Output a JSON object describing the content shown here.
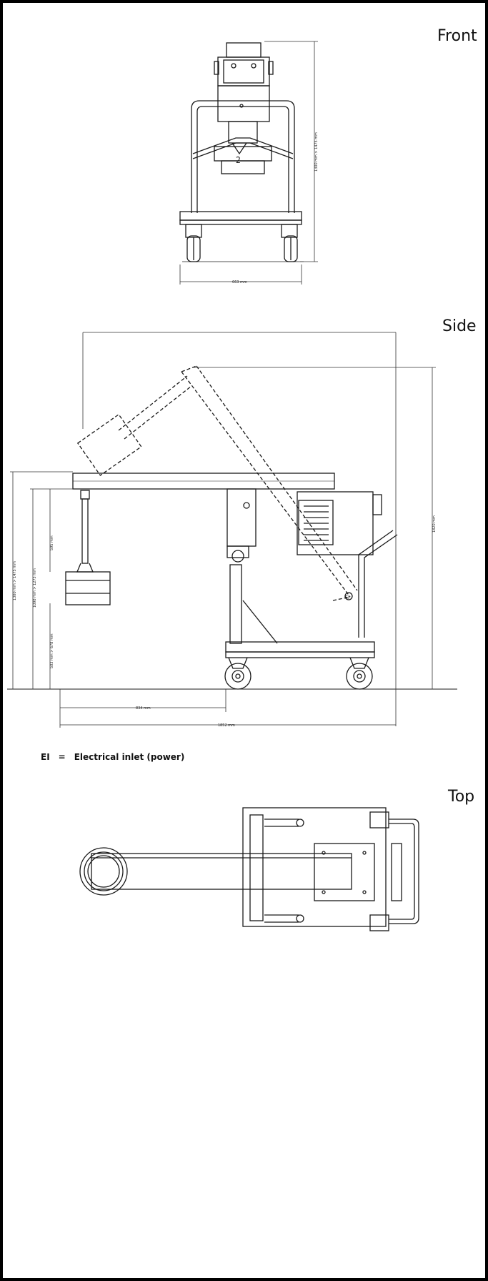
{
  "views": {
    "front": {
      "title": "Front",
      "height_dim": "1300 mm > 1475 mm",
      "width_dim": "663 mm"
    },
    "side": {
      "title": "Side",
      "dims": {
        "overall_height": "1300 mm > 1475 mm",
        "table_height": "1098 mm > 1273 mm",
        "bowl_depth": "595 mm",
        "lower_height": "503 mm > 678 mm",
        "raised_height": "1820 mm",
        "reach": "834 mm",
        "overall_length": "1852 mm"
      },
      "callout": "EI"
    },
    "top": {
      "title": "Top"
    }
  },
  "legend": {
    "abbr": "EI",
    "eq": "=",
    "text": "Electrical inlet (power)"
  },
  "colors": {
    "line": "#1a1a1a",
    "dim": "#333333",
    "frame": "#000000"
  }
}
